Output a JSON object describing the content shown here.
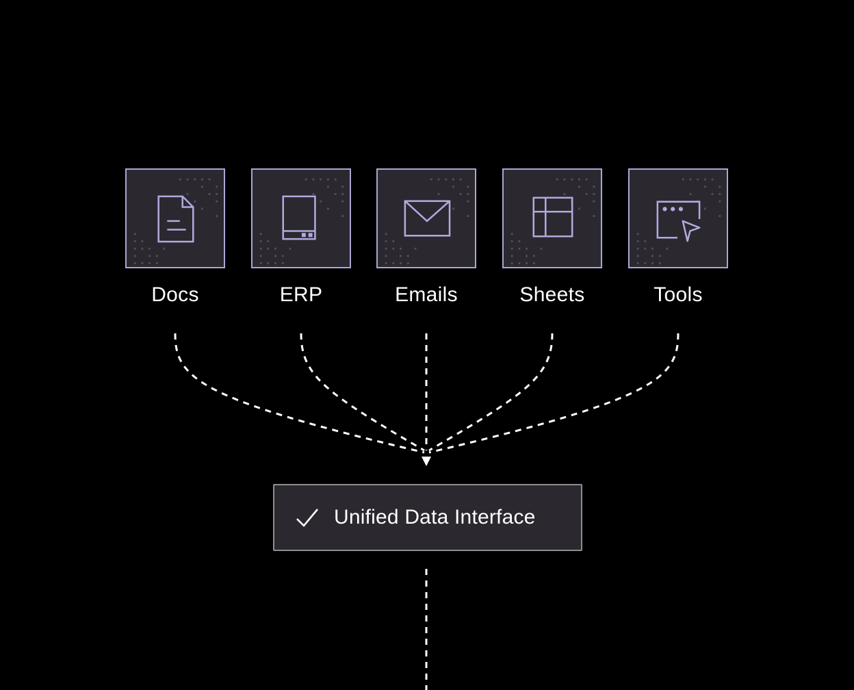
{
  "diagram": {
    "sources": [
      {
        "label": "Docs",
        "icon": "document-icon"
      },
      {
        "label": "ERP",
        "icon": "server-icon"
      },
      {
        "label": "Emails",
        "icon": "envelope-icon"
      },
      {
        "label": "Sheets",
        "icon": "table-icon"
      },
      {
        "label": "Tools",
        "icon": "window-cursor-icon"
      }
    ],
    "hub": {
      "label": "Unified Data Interface",
      "icon": "checkmark-icon"
    }
  },
  "colors": {
    "background": "#000000",
    "box_fill": "#2b2830",
    "box_border": "#aba6d4",
    "icon_stroke": "#b0abdd",
    "dot_color": "#524d5c",
    "hub_border": "#8e8e8e",
    "text": "#ffffff",
    "connector": "#ffffff"
  }
}
